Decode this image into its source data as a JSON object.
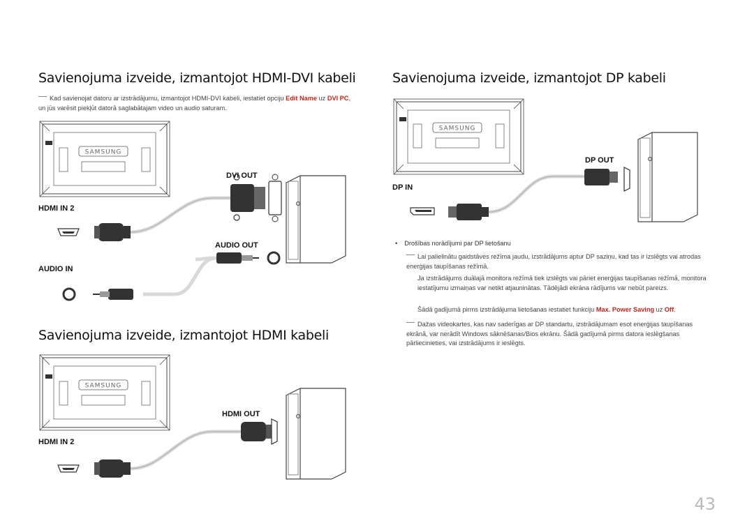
{
  "sections": {
    "hdmi_dvi": {
      "title": "Savienojuma izveide, izmantojot HDMI-DVI kabeli",
      "note_pre": "Kad savienojat datoru ar izstrādājumu, izmantojot HDMI-DVI kabeli, iestatiet opciju ",
      "note_red1": "Edit Name",
      "note_mid": " uz ",
      "note_red2": "DVI PC",
      "note_post": ", un jūs varēsit piekļūt datorā saglabātajam video un audio saturam.",
      "label_dvi_out": "DVI OUT",
      "label_hdmi_in": "HDMI IN 2",
      "label_audio_out": "AUDIO OUT",
      "label_audio_in": "AUDIO IN"
    },
    "hdmi": {
      "title": "Savienojuma izveide, izmantojot HDMI kabeli",
      "label_hdmi_out": "HDMI OUT",
      "label_hdmi_in": "HDMI IN 2"
    },
    "dp": {
      "title": "Savienojuma izveide, izmantojot DP kabeli",
      "label_dp_out": "DP OUT",
      "label_dp_in": "DP IN",
      "bullet": "Drošības norādījumi par DP lietošanu",
      "note1": "Lai palielinātu gaidstāves režīma jaudu, izstrādājums aptur DP saziņu, kad tas ir izslēgts vai atrodas enerģijas taupīšanas režīmā.",
      "para2": "Ja izstrādājums duālajā monitora režīmā tiek izslēgts vai pāriet enerģijas taupīšanas režīmā, monitora iestatījumu izmaiņas var netikt atjauninātas. Tādējādi ekrāna rādījums var nebūt pareizs.",
      "para3_pre": "Šādā gadījumā pirms izstrādājuma lietošanas iestatiet funkciju ",
      "para3_red1": "Max. Power Saving",
      "para3_mid": " uz ",
      "para3_red2": "Off",
      "para3_post": ".",
      "note2": "Dažas videokartes, kas nav saderīgas ar DP standartu, izstrādājumam esot enerģijas taupīšanas ekrānā, var nerādīt Windows sāknēšanas/Bios ekrānu. Šādā gadījumā pirms datora ieslēgšanas pārliecinieties, vai izstrādājums ir ieslēgts."
    }
  },
  "monitor_brand": "SAMSUNG",
  "page_number": "43",
  "colors": {
    "accent_red": "#c0271b",
    "cable": "#d9d9d9",
    "plug": "#333333"
  }
}
